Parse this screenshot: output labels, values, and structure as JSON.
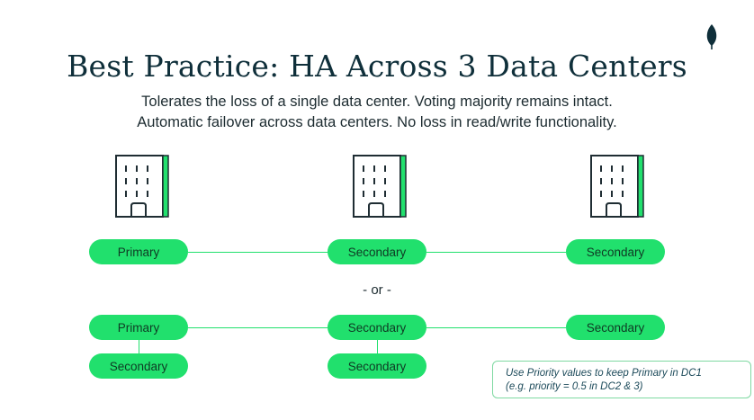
{
  "slide": {
    "title": "Best Practice: HA Across 3 Data Centers",
    "subtitle_line1": "Tolerates the loss of a single data center.  Voting majority remains intact.",
    "subtitle_line2": "Automatic failover across data centers.  No loss in read/write functionality."
  },
  "logo": {
    "icon": "leaf-icon",
    "color": "#00684A"
  },
  "colors": {
    "accent": "#21e06d",
    "building_outline": "#1f2d33"
  },
  "datacenters": [
    {
      "icon": "building-icon"
    },
    {
      "icon": "building-icon"
    },
    {
      "icon": "building-icon"
    }
  ],
  "row1": {
    "dc1": "Primary",
    "dc2": "Secondary",
    "dc3": "Secondary"
  },
  "separator": "- or -",
  "row2": {
    "dc1_top": "Primary",
    "dc1_bottom": "Secondary",
    "dc2_top": "Secondary",
    "dc2_bottom": "Secondary",
    "dc3_top": "Secondary"
  },
  "note": {
    "line1": "Use Priority values to keep Primary in DC1",
    "line2": "(e.g. priority = 0.5 in DC2 & 3)"
  }
}
